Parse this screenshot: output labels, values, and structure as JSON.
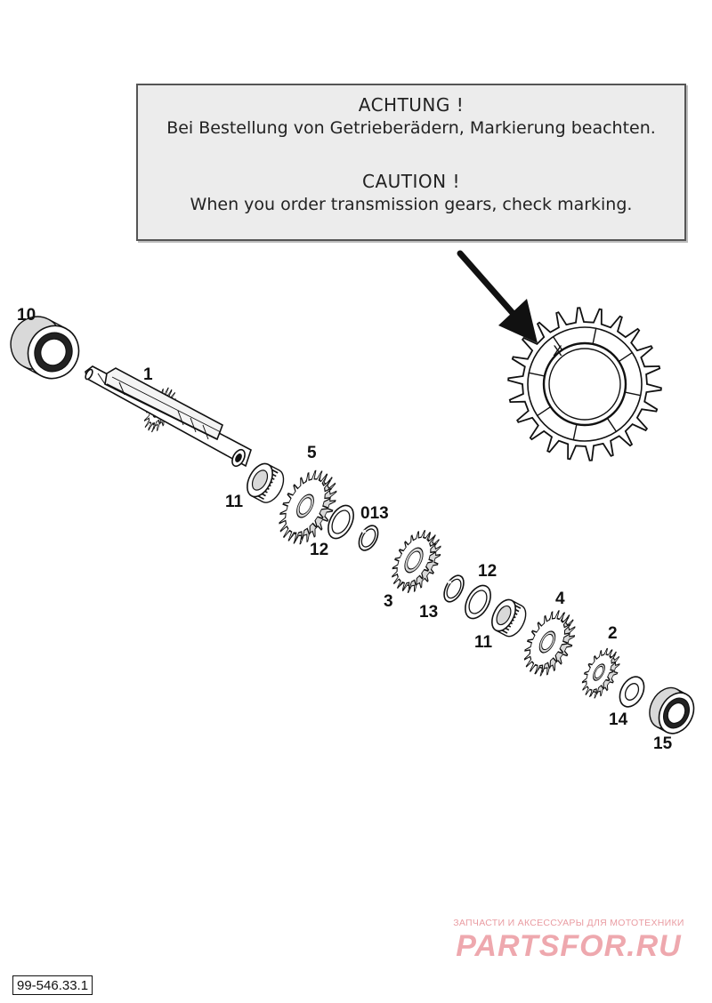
{
  "notice": {
    "heading_de": "ACHTUNG !",
    "text_de": "Bei Bestellung von Getrieberädern, Markierung beachten.",
    "heading_en": "CAUTION !",
    "text_en": "When you order transmission gears, check marking."
  },
  "detail": {
    "marking": "X"
  },
  "callouts": {
    "c10": "10",
    "c1": "1",
    "c5": "5",
    "c11a": "11",
    "c013": "013",
    "c12a": "12",
    "c3": "3",
    "c13": "13",
    "c12b": "12",
    "c11b": "11",
    "c4": "4",
    "c2": "2",
    "c14": "14",
    "c15": "15"
  },
  "watermark": {
    "tagline": "ЗАПЧАСТИ И АКСЕССУАРЫ ДЛЯ МОТОТЕХНИКИ",
    "brand": "PARTSFOR.RU"
  },
  "document_number": "99-546.33.1",
  "colors": {
    "line": "#111111",
    "fill": "#ffffff",
    "shade": "#d9d9d9",
    "watermark": "#e27a82"
  }
}
